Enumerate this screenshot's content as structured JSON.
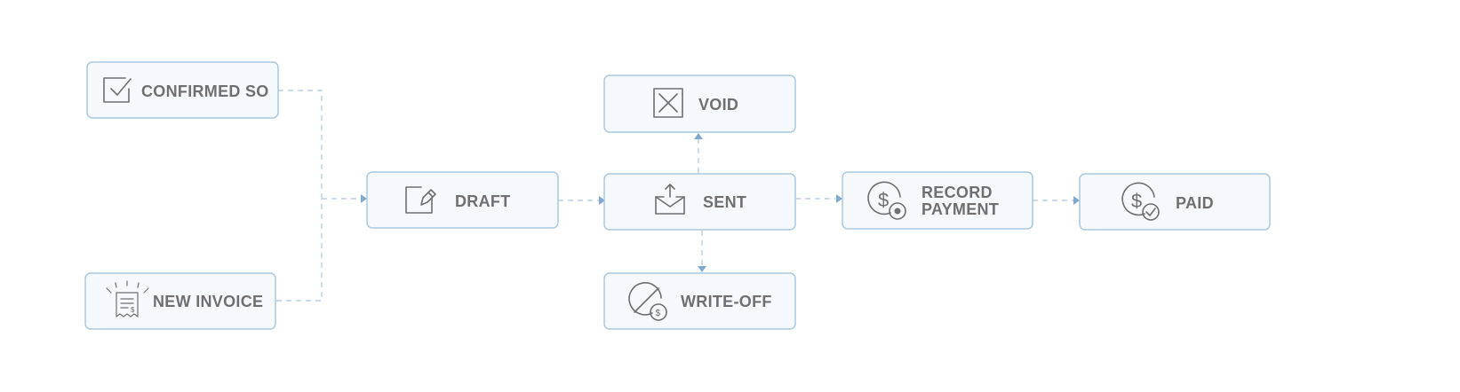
{
  "nodes": {
    "confirmed_so": {
      "label": "CONFIRMED SO",
      "icon": "checkbox-check-icon"
    },
    "new_invoice": {
      "label": "NEW INVOICE",
      "icon": "receipt-icon"
    },
    "draft": {
      "label": "DRAFT",
      "icon": "edit-pencil-icon"
    },
    "void": {
      "label": "VOID",
      "icon": "close-box-icon"
    },
    "sent": {
      "label": "SENT",
      "icon": "mail-upload-icon"
    },
    "write_off": {
      "label": "WRITE-OFF",
      "icon": "cancel-money-icon"
    },
    "record_payment": {
      "label_line1": "RECORD",
      "label_line2": "PAYMENT",
      "icon": "dollar-record-icon"
    },
    "paid": {
      "label": "PAID",
      "icon": "dollar-check-icon"
    }
  },
  "icon_glyphs": {
    "dollar": "$"
  },
  "colors": {
    "box_fill": "#f6f9fc",
    "box_border": "#a9c8df",
    "connector": "#b9cfe2",
    "arrowhead": "#7fa9cf",
    "text": "#6f6f6f"
  }
}
